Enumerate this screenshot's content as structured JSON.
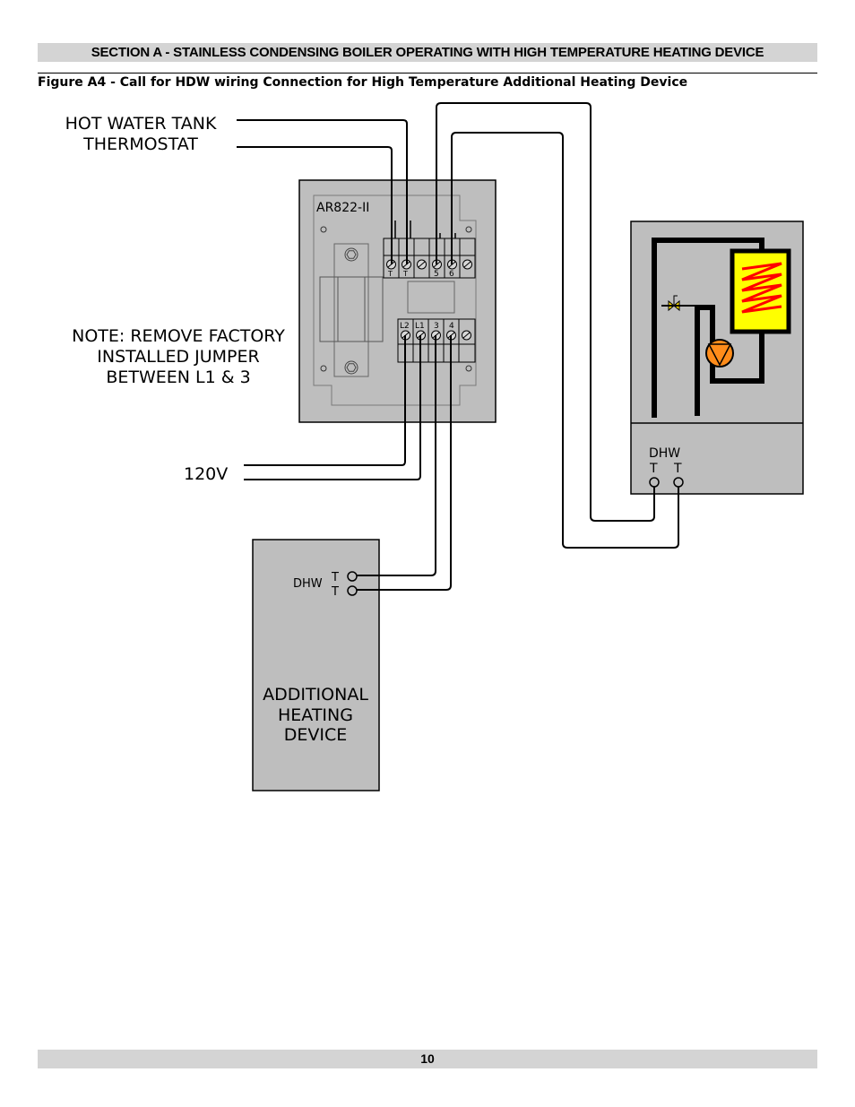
{
  "header": {
    "section_title": "SECTION A -  STAINLESS CONDENSING BOILER OPERATING WITH HIGH TEMPERATURE HEATING DEVICE"
  },
  "figure": {
    "caption": "Figure A4 - Call for HDW wiring Connection for High Temperature Additional Heating Device"
  },
  "diagram": {
    "thermostat_label_line1": "HOT WATER TANK",
    "thermostat_label_line2": "THERMOSTAT",
    "note_line1": "NOTE:  REMOVE FACTORY",
    "note_line2": "INSTALLED JUMPER",
    "note_line3": "BETWEEN L1 & 3",
    "power_label": "120V",
    "controller": {
      "model": "AR822-II",
      "top_terminals": [
        "T",
        "T",
        "5",
        "6"
      ],
      "bottom_terminals": [
        "L2",
        "L1",
        "3",
        "4"
      ]
    },
    "boiler": {
      "dhw_label": "DHW",
      "terminal_1": "T",
      "terminal_2": "T",
      "coil_color": "#ffff00",
      "pump_color": "#ff8c1a"
    },
    "additional_device": {
      "dhw_label": "DHW",
      "terminal_1": "T",
      "terminal_2": "T",
      "title_line1": "ADDITIONAL",
      "title_line2": "HEATING",
      "title_line3": "DEVICE"
    }
  },
  "footer": {
    "page_number": "10"
  }
}
